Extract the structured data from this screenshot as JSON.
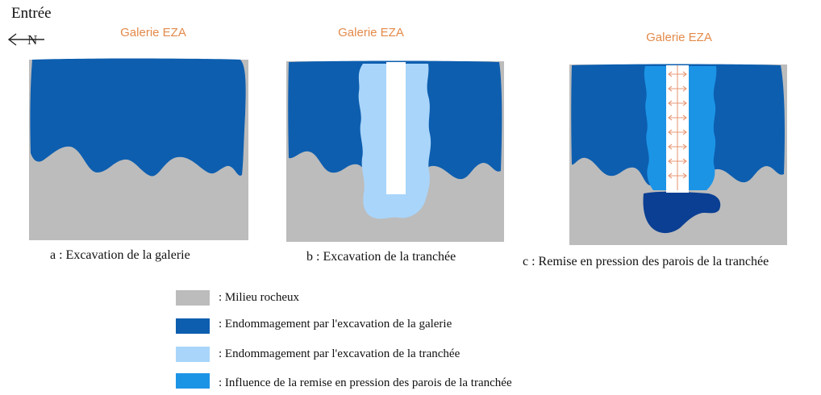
{
  "header": {
    "entrance_label": "Entrée",
    "north_label": "N"
  },
  "panels": [
    {
      "title": "Galerie EZA",
      "caption": "a :  Excavation de la galerie"
    },
    {
      "title": "Galerie EZA",
      "caption": "b :  Excavation de la tranchée"
    },
    {
      "title": "Galerie EZA",
      "caption": "c :  Remise en pression des parois de la tranchée"
    }
  ],
  "colors": {
    "rock": "#bcbcbc",
    "gallery_damage": "#0d5eaf",
    "trench_damage": "#a9d5fa",
    "pressure_influence": "#1c94e6",
    "dark_zone": "#0a3f93",
    "arrows": "#e89a78",
    "title": "#e38a4a"
  },
  "legend": [
    {
      "key": "rock",
      "label": ": Milieu rocheux"
    },
    {
      "key": "gallery_damage",
      "label": ": Endommagement par l'excavation de la galerie"
    },
    {
      "key": "trench_damage",
      "label": ": Endommagement par l'excavation de la tranchée"
    },
    {
      "key": "pressure_influence",
      "label": ": Influence de la remise en pression des parois de la tranchée"
    }
  ]
}
